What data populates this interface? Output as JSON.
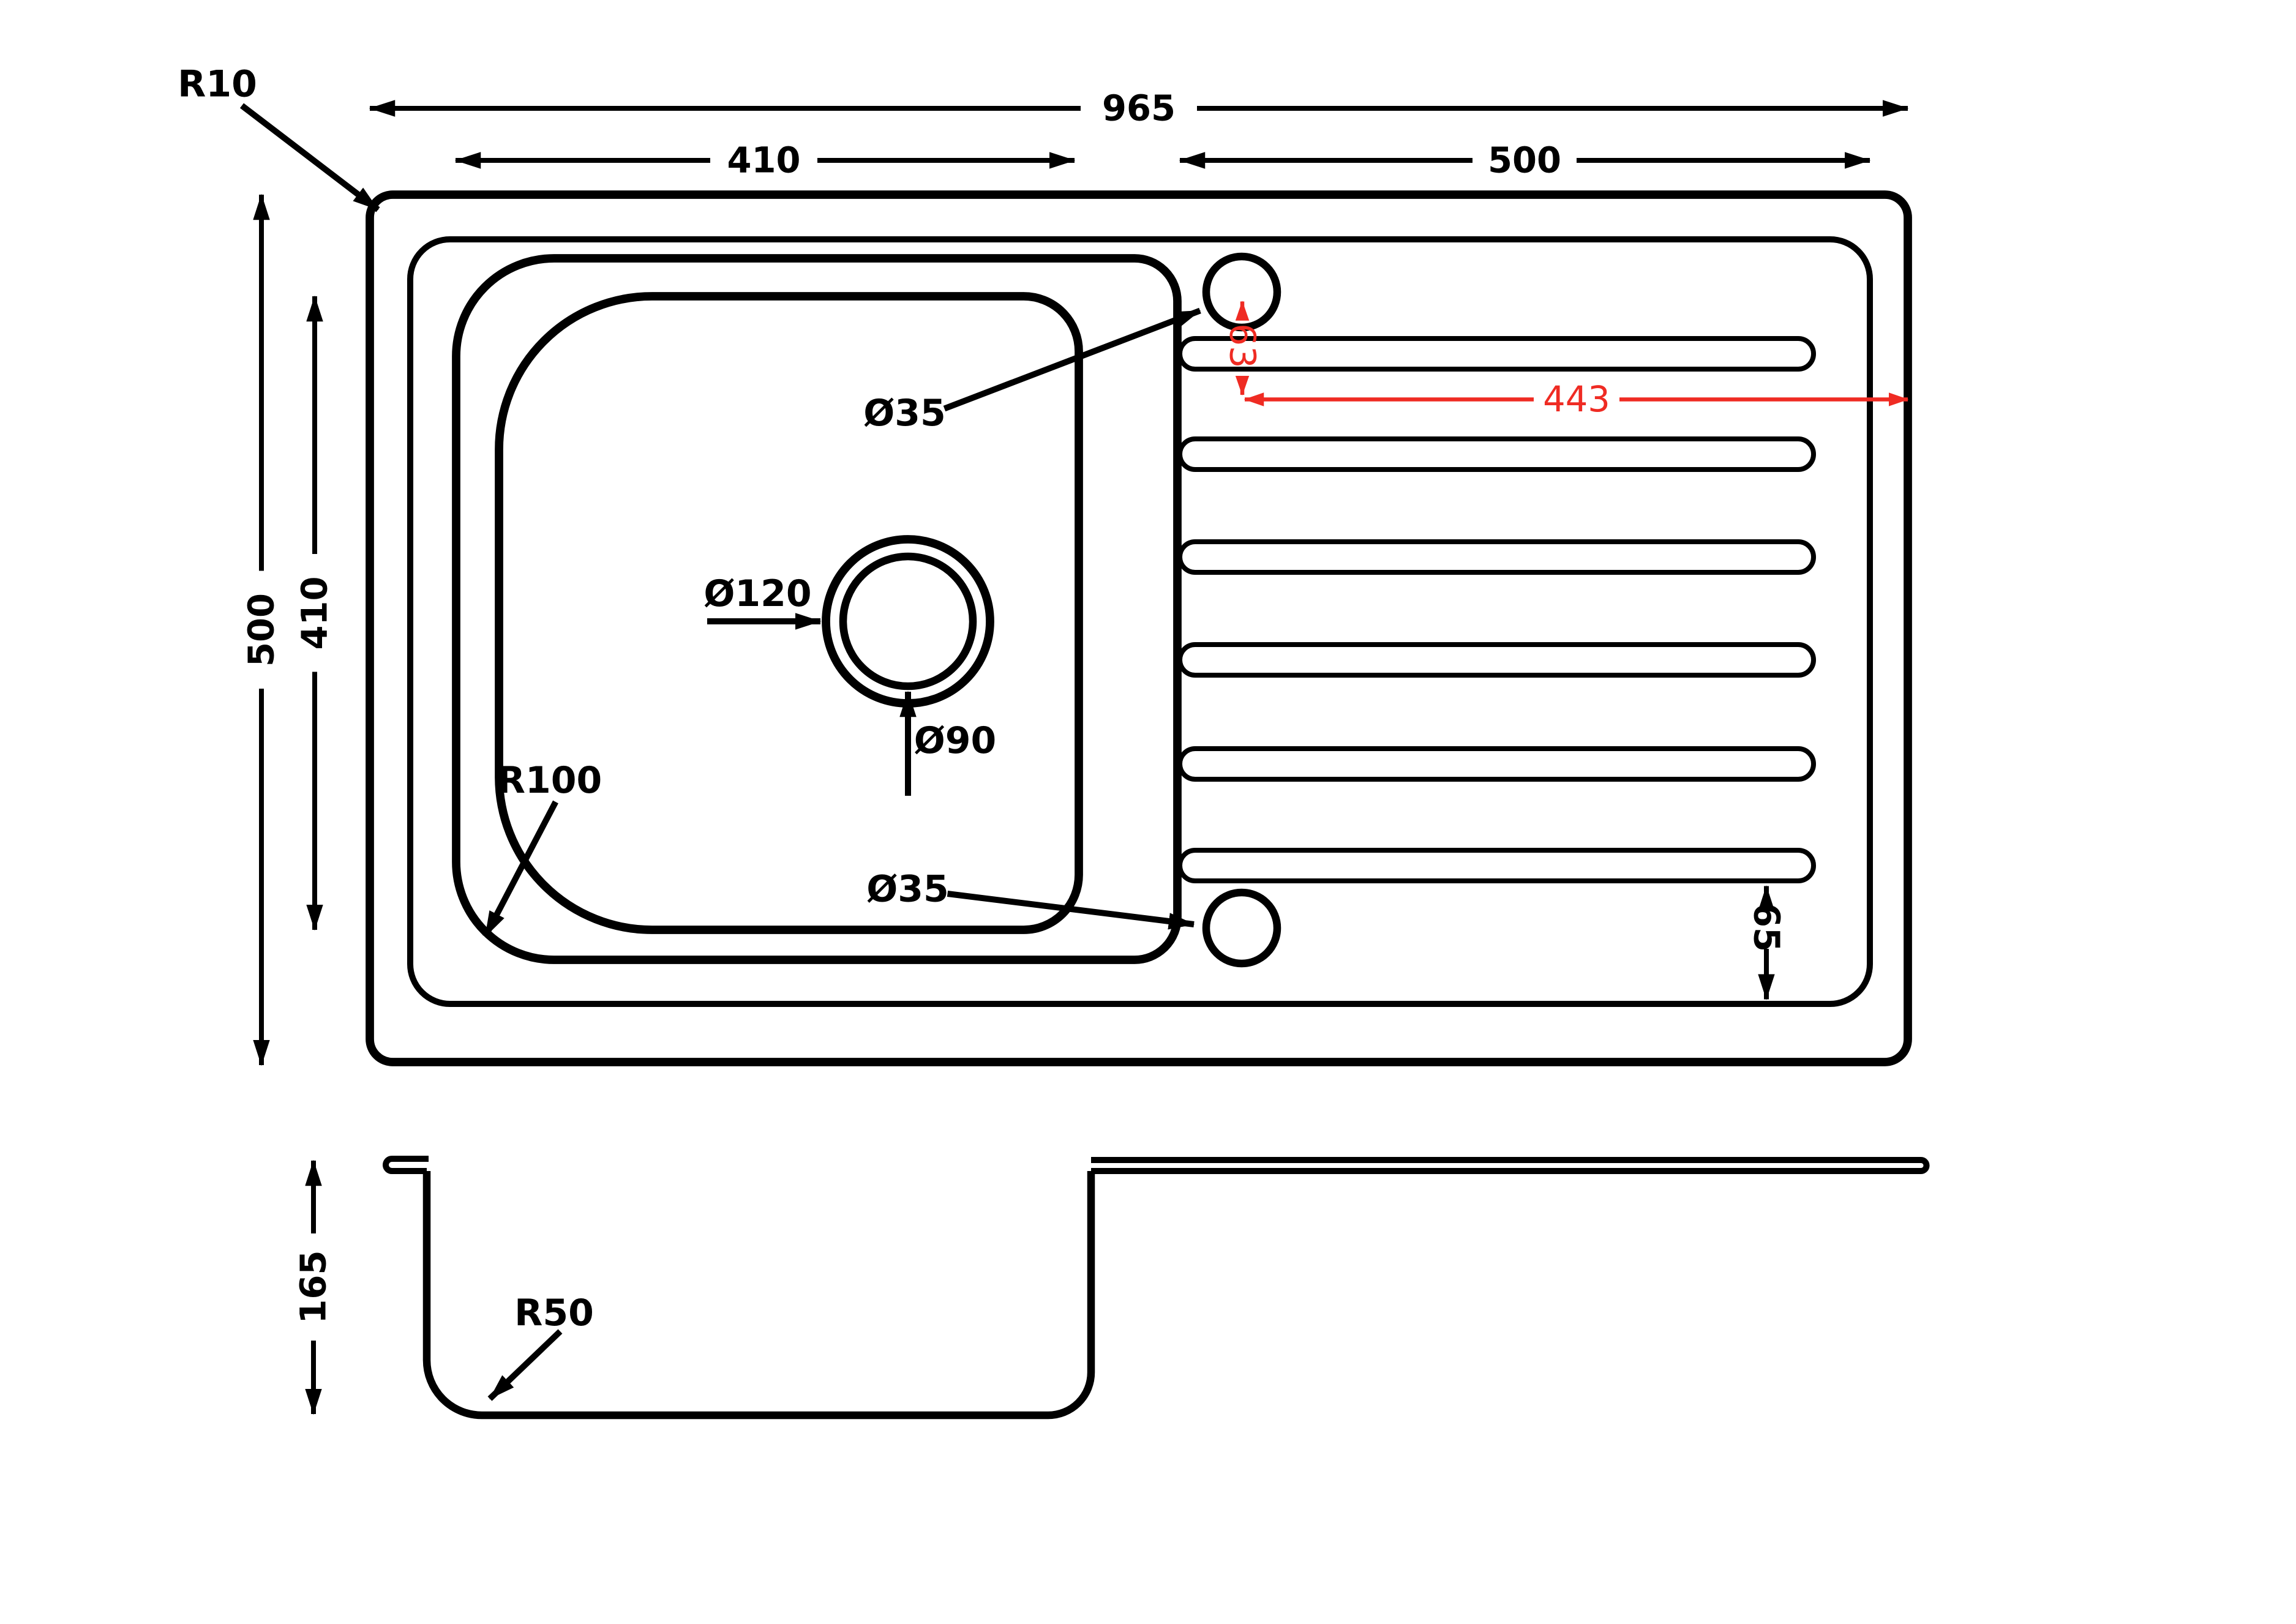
{
  "colors": {
    "line": "#000000",
    "dimension_accent": "#ef2b23",
    "background": "#ffffff"
  },
  "top_view": {
    "dimensions": {
      "overall_width": "965",
      "bowl_width": "410",
      "drainer_width": "500",
      "overall_depth": "500",
      "bowl_depth": "410",
      "tap_hole_offset_vertical": "63",
      "tap_hole_offset_horizontal": "443",
      "groove_bottom_gap": "65"
    },
    "labels": {
      "outer_corner_radius": "R10",
      "bowl_corner_radius": "R100",
      "tap_hole_top_diameter": "Ø35",
      "tap_hole_bottom_diameter": "Ø35",
      "drain_outer_diameter": "Ø120",
      "drain_inner_diameter": "Ø90"
    }
  },
  "section_view": {
    "dimensions": {
      "bowl_depth": "165"
    },
    "labels": {
      "bowl_bottom_radius": "R50"
    }
  }
}
